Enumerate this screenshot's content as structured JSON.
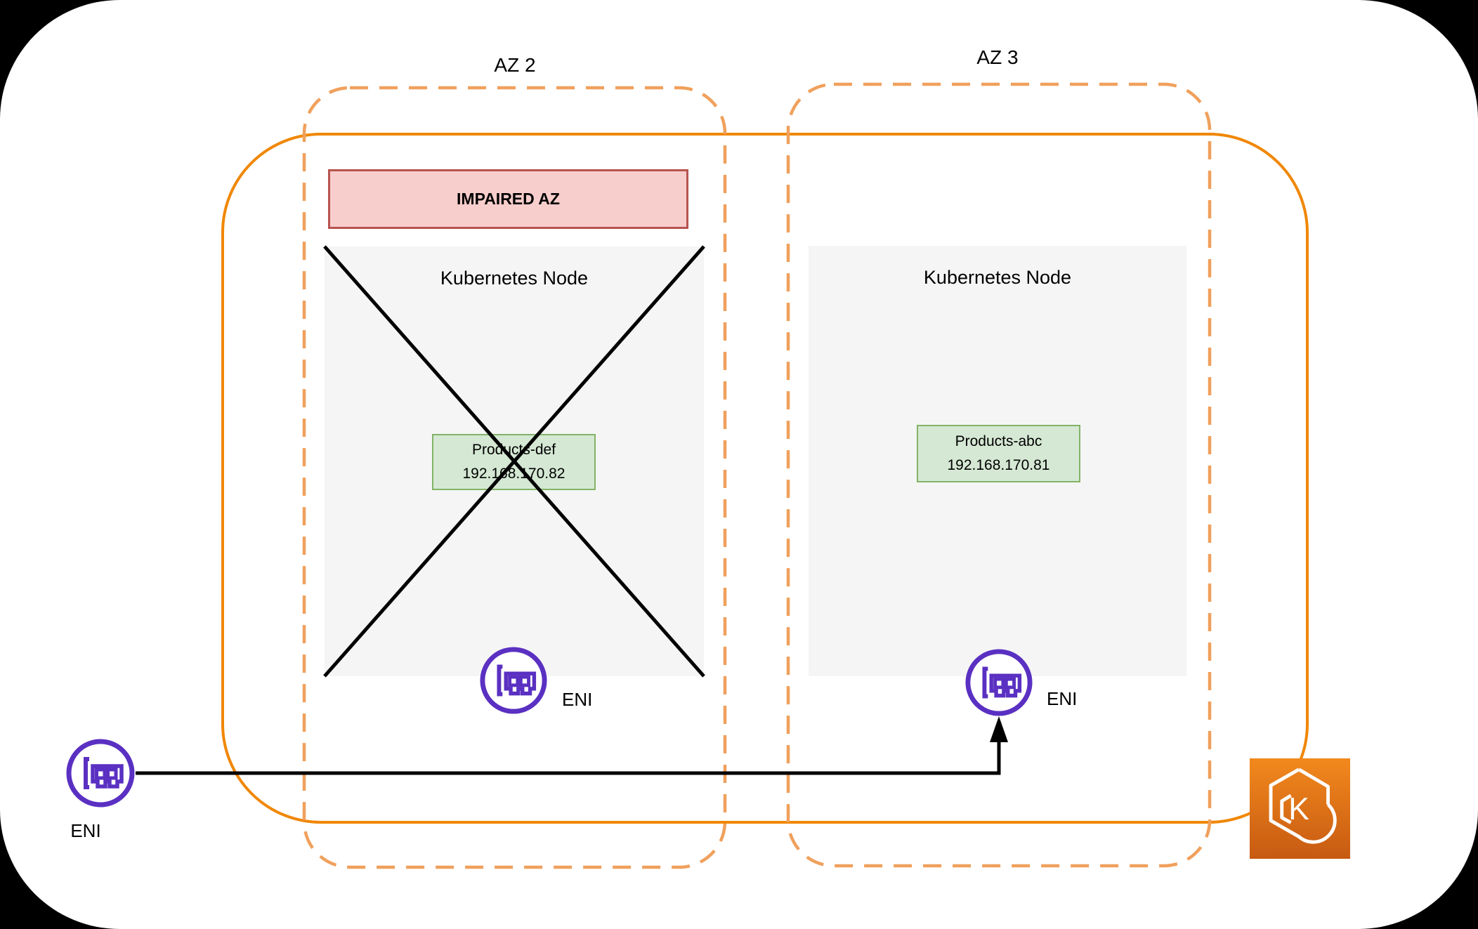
{
  "zones": {
    "az2": {
      "label": "AZ 2"
    },
    "az3": {
      "label": "AZ 3"
    }
  },
  "impaired_banner": "IMPAIRED AZ",
  "nodes": {
    "left": {
      "title": "Kubernetes Node",
      "pod_name": "Products-def",
      "pod_ip": "192.168.170.82",
      "eni_label": "ENI",
      "status": "failed-crossed-out"
    },
    "right": {
      "title": "Kubernetes Node",
      "pod_name": "Products-abc",
      "pod_ip": "192.168.170.81",
      "eni_label": "ENI"
    }
  },
  "external_eni_label": "ENI",
  "eks_icon_letter": "K",
  "icons": {
    "eni": "network-interface-card-icon",
    "eks": "amazon-eks-icon"
  },
  "colors": {
    "canvas_background": "#000000",
    "card_background": "#FFFFFF",
    "cluster_border_solid": "#F08705",
    "az_border_dashed": "#F0A05C",
    "impaired_fill": "#F8CECC",
    "impaired_border": "#B85450",
    "node_fill": "#F5F5F5",
    "pod_fill": "#D5E8D4",
    "pod_border": "#82B366",
    "eni_purple": "#5A30C2",
    "eks_gradient_top": "#F2891D",
    "eks_gradient_bottom": "#C75A12",
    "line_black": "#000000"
  }
}
